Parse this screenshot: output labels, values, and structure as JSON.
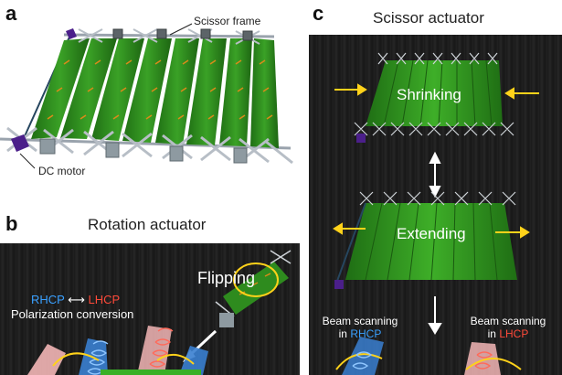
{
  "panel_a": {
    "letter": "a",
    "scissor_frame_label": "Scissor frame",
    "motor_label": "DC motor"
  },
  "panel_b": {
    "letter": "b",
    "title": "Rotation actuator",
    "flipping_label": "Flipping",
    "rhcp_label": "RHCP",
    "arrow_glyph": "⟷",
    "lhcp_label": "LHCP",
    "polarization_label": "Polarization conversion"
  },
  "panel_c": {
    "letter": "c",
    "title": "Scissor actuator",
    "shrinking_label": "Shrinking",
    "extending_label": "Extending",
    "beam_scanning_left_line1": "Beam scanning",
    "beam_scanning_left_line2_prefix": "in ",
    "beam_scanning_left_pol": "RHCP",
    "beam_scanning_right_line1": "Beam scanning",
    "beam_scanning_right_line2_prefix": "in ",
    "beam_scanning_right_pol": "LHCP"
  },
  "colors": {
    "rhcp": "#3aa0ff",
    "lhcp": "#ff4a3a",
    "panel_green": "#2e8b1e",
    "arrow_yellow": "#ffd21a",
    "motor_purple": "#4b1f8a"
  }
}
